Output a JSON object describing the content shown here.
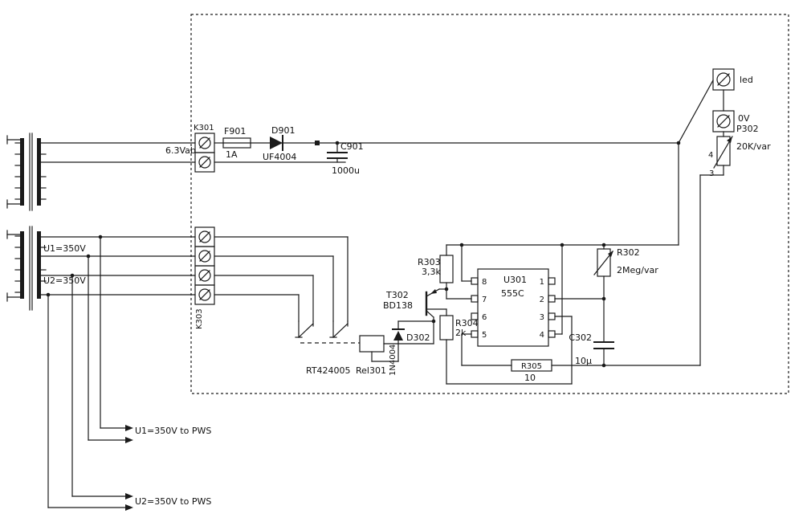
{
  "labels": {
    "k301": "K301",
    "heater_voltage": "6.3Vab",
    "f901_ref": "F901",
    "f901_value": "1A",
    "d901_ref": "D901",
    "d901_value": "UF4004",
    "c901_ref": "C901",
    "c901_value": "1000u",
    "led": "led",
    "zero_volt": "0V",
    "p302_ref": "P302",
    "p302_value": "20K/var",
    "p302_pin4": "4",
    "p302_pin3": "3",
    "u1_voltage": "U1=350V",
    "u2_voltage": "U2=350V",
    "k303": "K303",
    "relay_type": "RT424005",
    "relay_coil": "Rel301",
    "d302_ref": "D302",
    "d302_value": "1N4004",
    "t302_ref": "T302",
    "t302_value": "BD138",
    "r303_ref": "R303",
    "r303_value": "3,3k",
    "r304_ref": "R304",
    "r304_value": "2k",
    "u301_ref": "U301",
    "u301_value": "555C",
    "pins_left": [
      "8",
      "7",
      "6",
      "5"
    ],
    "pins_right": [
      "1",
      "2",
      "3",
      "4"
    ],
    "r302_ref": "R302",
    "r302_value": "2Meg/var",
    "c302_ref": "C302",
    "c302_value": "10µ",
    "r305_ref": "R305",
    "r305_value": "10",
    "u1_pws": "U1=350V to PWS",
    "u2_pws": "U2=350V to PWS"
  }
}
